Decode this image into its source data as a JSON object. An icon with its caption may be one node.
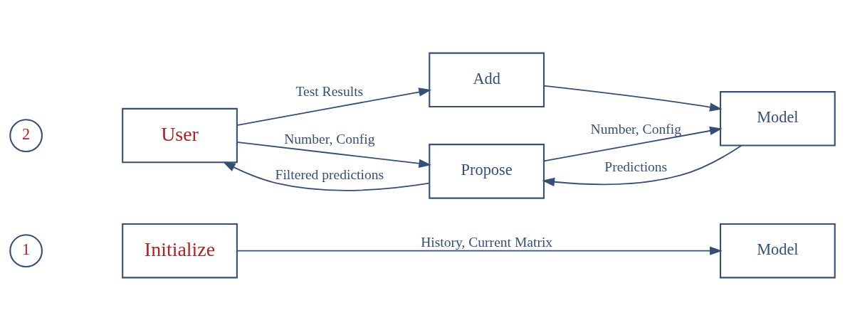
{
  "diagram": {
    "nodes": [
      {
        "text": [
          "1"
        ]
      },
      {
        "text": [
          "Initialize"
        ]
      },
      {
        "text": [
          "Model"
        ]
      },
      {
        "text": [
          "2"
        ]
      },
      {
        "text": [
          "User"
        ]
      },
      {
        "text": [
          "Add"
        ]
      },
      {
        "text": [
          "Model"
        ]
      },
      {
        "text": [
          "Propose"
        ]
      }
    ],
    "edges": [
      {
        "from": 1,
        "to": 2,
        "arrow": "to",
        "label": "History, Current Matrix"
      },
      {
        "from": 4,
        "to": 5,
        "arrow": "to",
        "label": "Test Results"
      },
      {
        "from": 5,
        "to": 6,
        "arrow": "to"
      },
      {
        "from": 4,
        "to": 7,
        "arrow": "to",
        "label": "Number, Config"
      },
      {
        "from": 7,
        "to": 4,
        "arrow": "to",
        "label": "Filtered predictions"
      },
      {
        "from": 7,
        "to": 6,
        "arrow": "to",
        "label": "Number, Config"
      },
      {
        "from": 6,
        "to": 7,
        "arrow": "to",
        "label": "Predictions"
      }
    ]
  }
}
